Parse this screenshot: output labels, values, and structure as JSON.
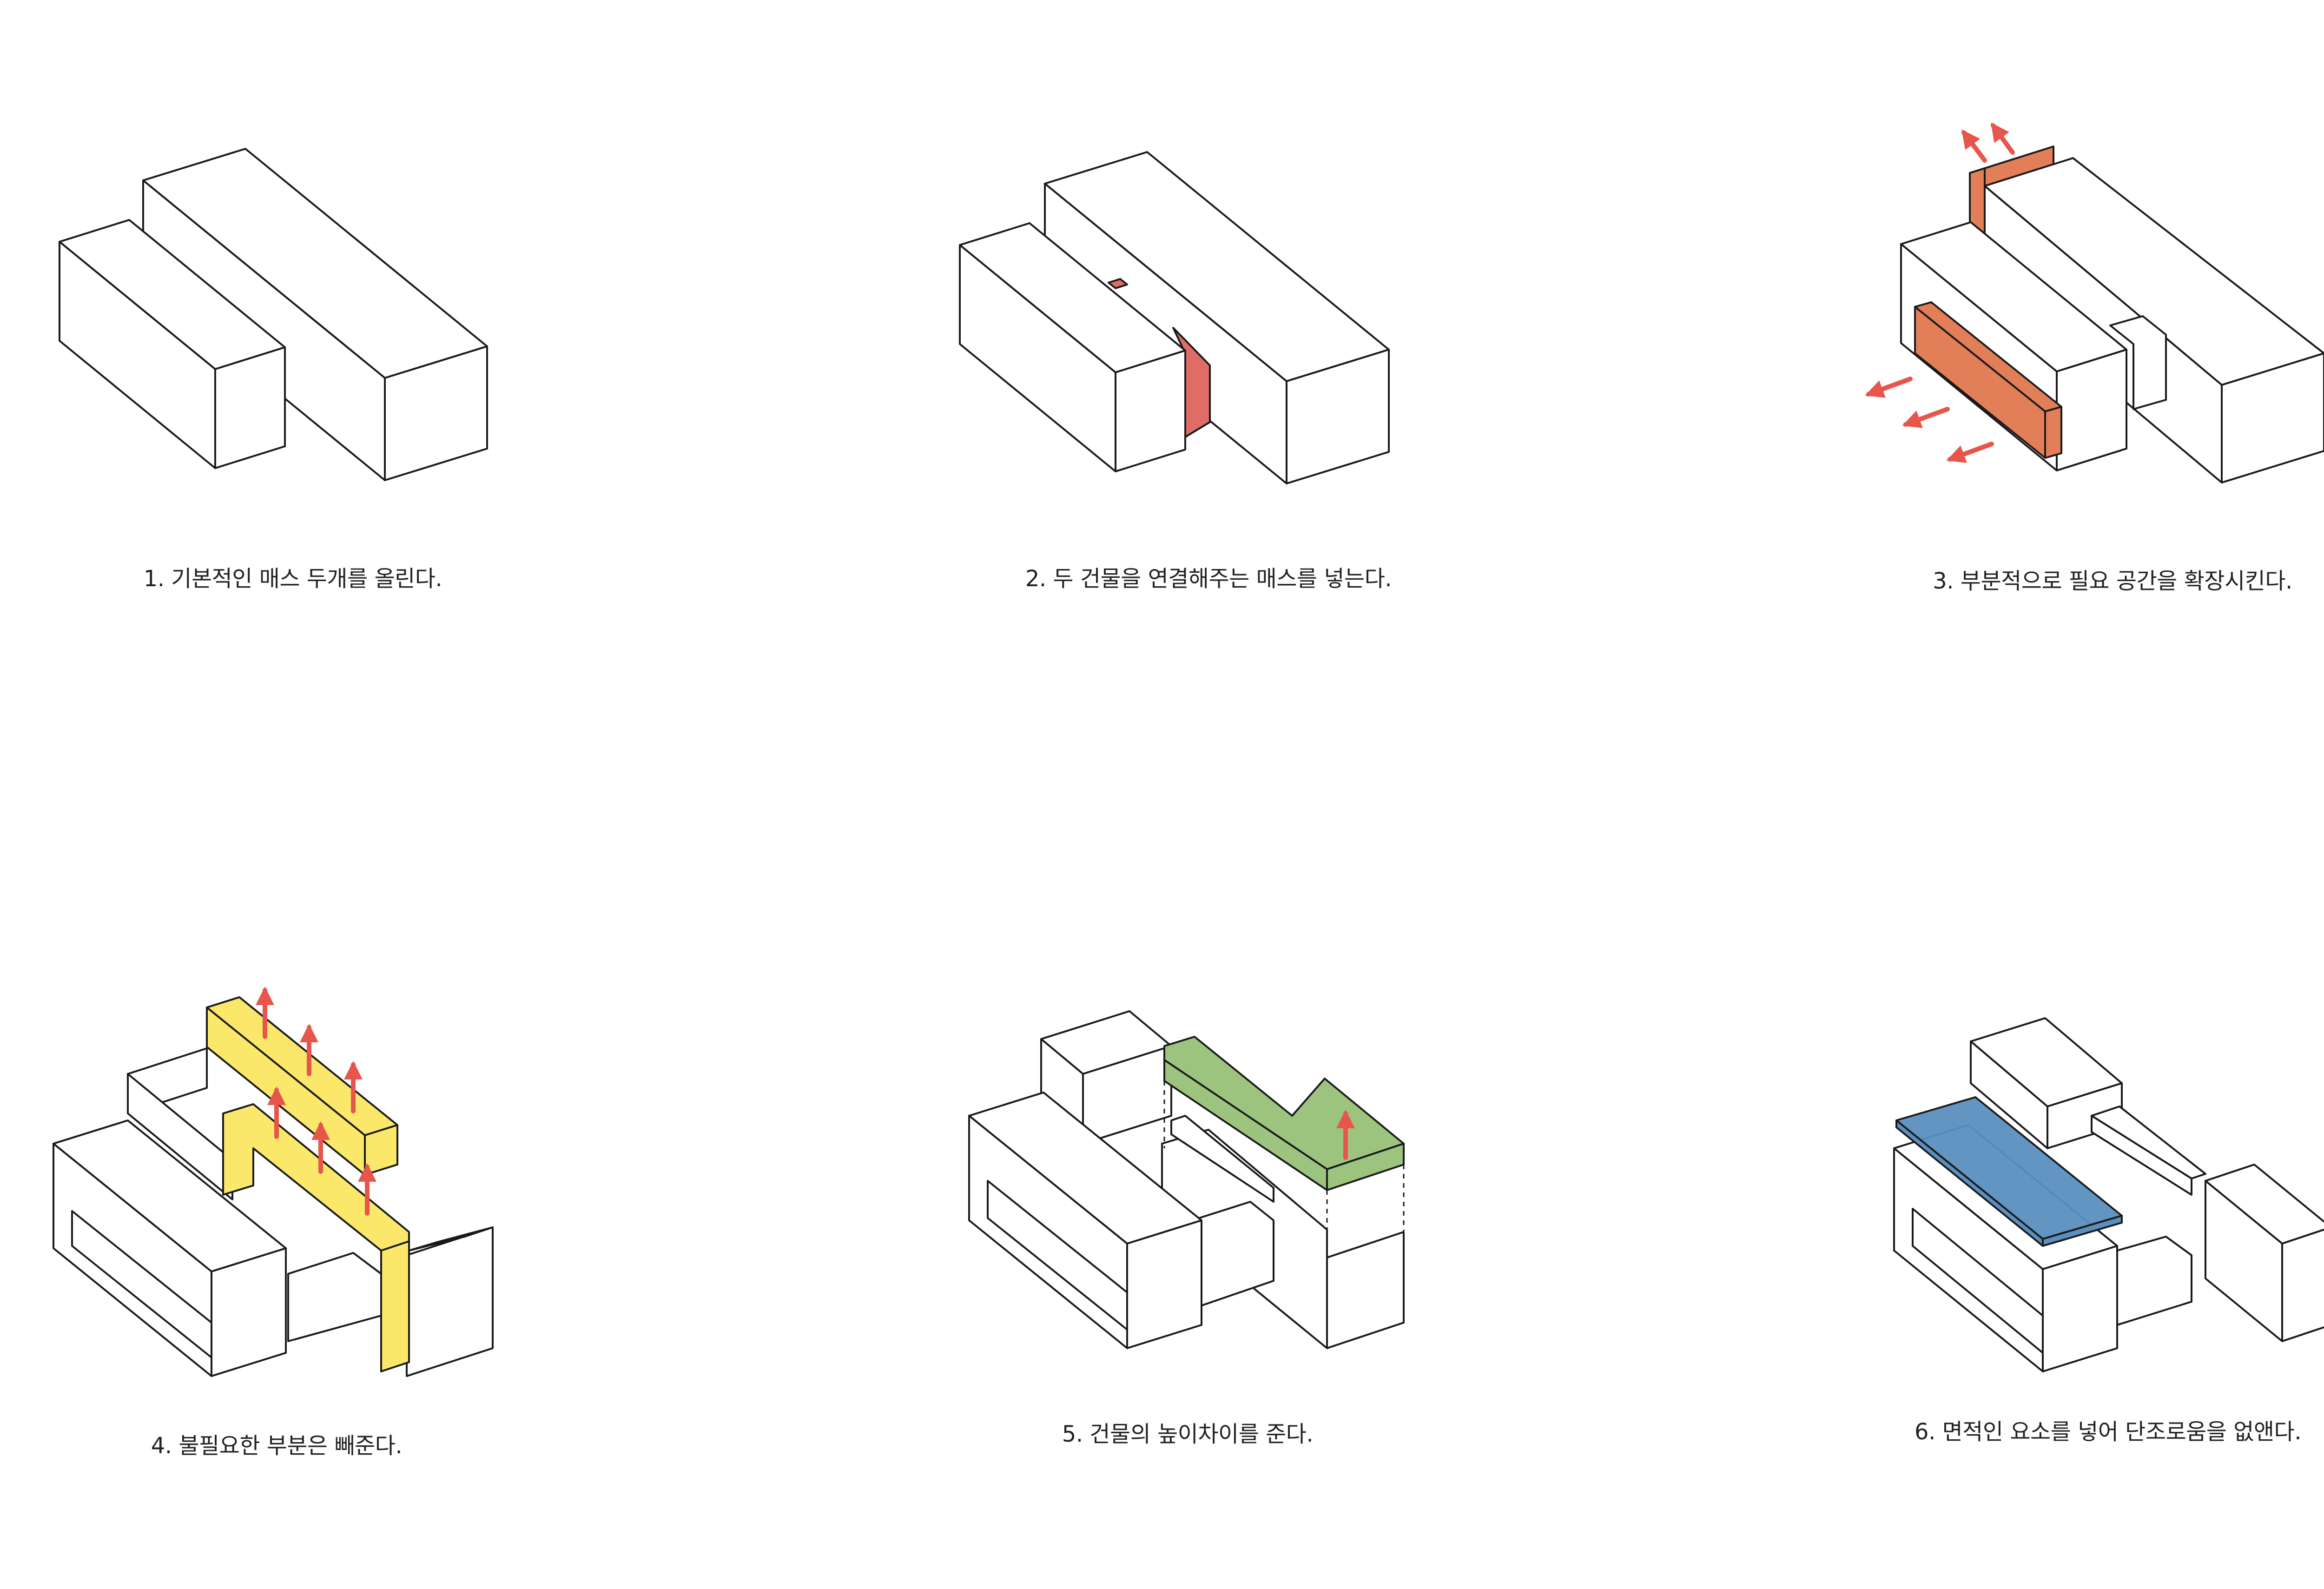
{
  "steps": [
    {
      "label": "1. 기본적인 매스 두개를 올린다.",
      "accent": null
    },
    {
      "label": "2. 두 건물을 연결해주는 매스를 넣는다.",
      "accent": "#e06c68"
    },
    {
      "label": "3. 부분적으로 필요 공간을 확장시킨다.",
      "accent": "#e27e58"
    },
    {
      "label": "4. 불필요한 부분은 빼준다.",
      "accent": "#fbe86a"
    },
    {
      "label": "5. 건물의 높이차이를 준다.",
      "accent": "#9cc47e"
    },
    {
      "label": "6. 면적인 요소를 넣어 단조로움을 없앤다.",
      "accent": "#5b8fc0"
    }
  ],
  "colors": {
    "line": "#1a1a1a",
    "face": "#ffffff",
    "arrow": "#e8554a"
  },
  "icons": {
    "arrow": "red-arrow-icon"
  }
}
